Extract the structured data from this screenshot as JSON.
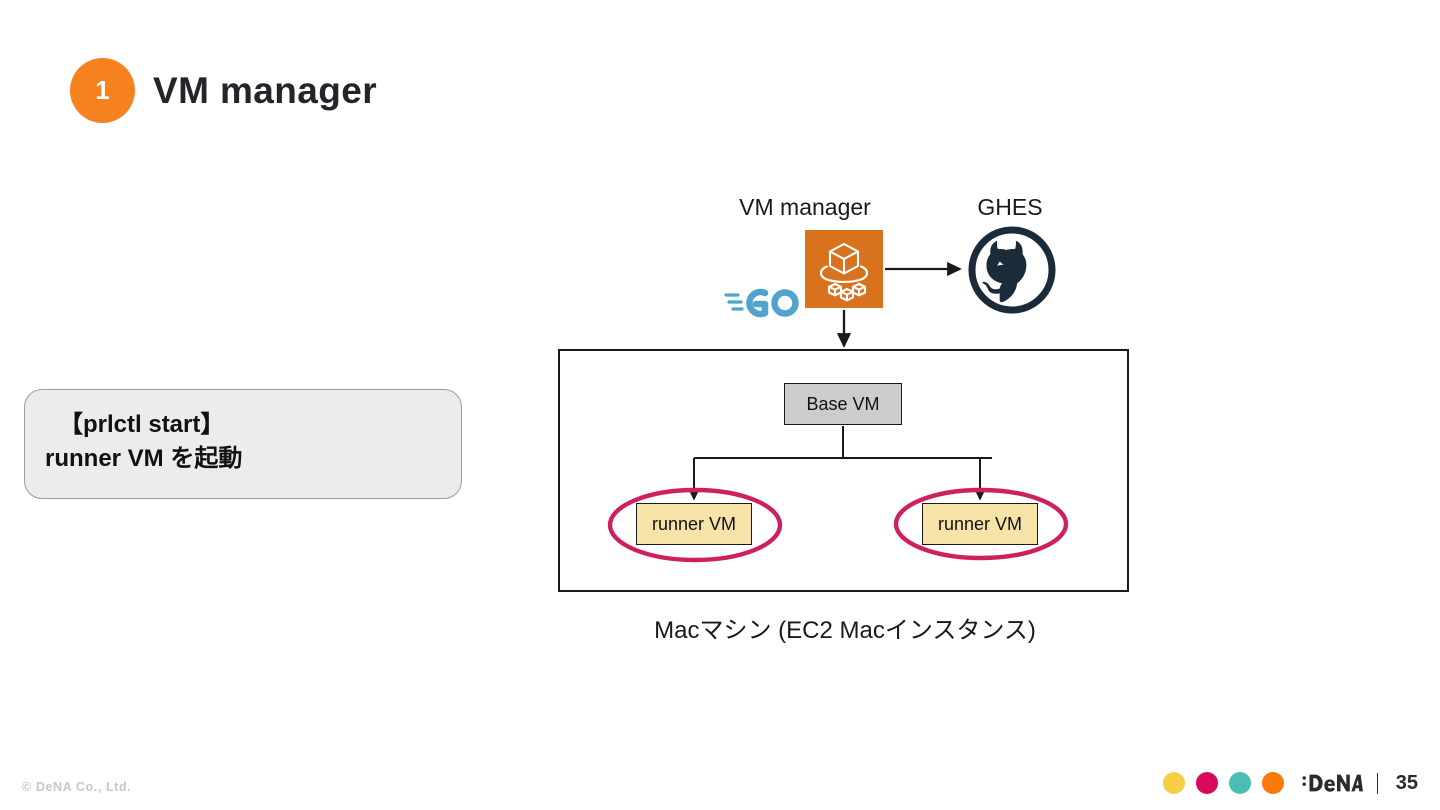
{
  "slide": {
    "step_number": "1",
    "title": "VM manager",
    "accent_color": "#F5821F"
  },
  "callout": {
    "line1": "【prlctl start】",
    "line2": "runner VM を起動",
    "background_color": "#ECECEC",
    "border_color": "#9B9B9B"
  },
  "diagram": {
    "labels": {
      "vm_manager": "VM manager",
      "ghes": "GHES",
      "mac_machine": "Macマシン (EC2 Macインスタンス)"
    },
    "nodes": {
      "base_vm": "Base VM",
      "runner_vm_1": "runner VM",
      "runner_vm_2": "runner VM"
    },
    "colors": {
      "vm_manager_icon": "#D9721E",
      "go_logo": "#4FA3CE",
      "github_icon": "#1B2B3A",
      "base_vm_fill": "#CCCCCC",
      "runner_vm_fill": "#F6E3A7",
      "annotation_ellipse": "#CE2061",
      "connector": "#1A1A1A"
    }
  },
  "footer": {
    "copyright": "© DeNA Co., Ltd.",
    "brand": "DeNA",
    "page_number": "35",
    "dots": [
      {
        "name": "dot-yellow",
        "color": "#F7CF46"
      },
      {
        "name": "dot-crimson",
        "color": "#DA0A5B"
      },
      {
        "name": "dot-teal",
        "color": "#4BBDB4"
      },
      {
        "name": "dot-orange",
        "color": "#F97A0B"
      }
    ]
  }
}
